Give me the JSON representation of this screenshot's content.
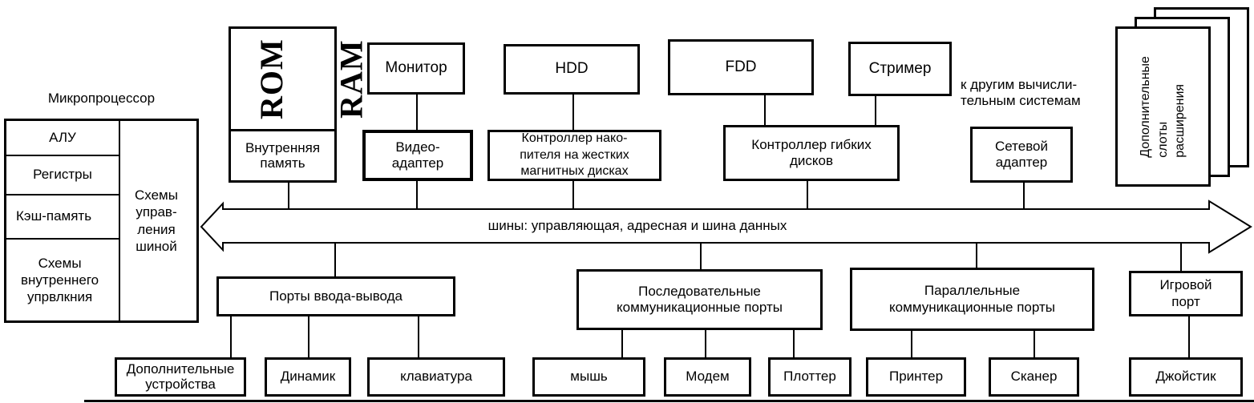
{
  "colors": {
    "line": "#000000",
    "background": "#ffffff"
  },
  "cpu": {
    "title": "Микропроцессор",
    "alu": "АЛУ",
    "registers": "Регистры",
    "cache": "Кэш-память",
    "internal_control": "Схемы\nвнутреннего\nупрвлкния",
    "bus_control": "Схемы\nуправ-\nления\nшиной"
  },
  "memory": {
    "rom": "ROM",
    "ram": "RAM",
    "label": "Внутренняя\nпамять"
  },
  "video": {
    "device": "Монитор",
    "adapter": "Видео-\nадаптер"
  },
  "hdd": {
    "device": "HDD",
    "controller": "Контроллер нако-\nпителя на жестких\nмагнитных дисках"
  },
  "fdd": {
    "device": "FDD",
    "streamer": "Стример",
    "controller": "Контроллер гибких\nдисков"
  },
  "network": {
    "note": "к другим вычисли-\nтельным системам",
    "adapter": "Сетевой\nадаптер"
  },
  "expansion": {
    "label": "Дополнительные\nслоты расширения"
  },
  "bus": {
    "label": "шины: управляющая, адресная и шина данных"
  },
  "io_ports": {
    "title": "Порты ввода-вывода",
    "devices": [
      "Дополнительные\nустройства",
      "Динамик",
      "клавиатура"
    ]
  },
  "serial_ports": {
    "title": "Последовательные\nкоммуникационные порты",
    "devices": [
      "мышь",
      "Модем",
      "Плоттер"
    ]
  },
  "parallel_ports": {
    "title": "Параллельные\nкоммуникационные порты",
    "devices": [
      "Принтер",
      "Сканер"
    ]
  },
  "game_port": {
    "title": "Игровой\nпорт",
    "devices": [
      "Джойстик"
    ]
  }
}
